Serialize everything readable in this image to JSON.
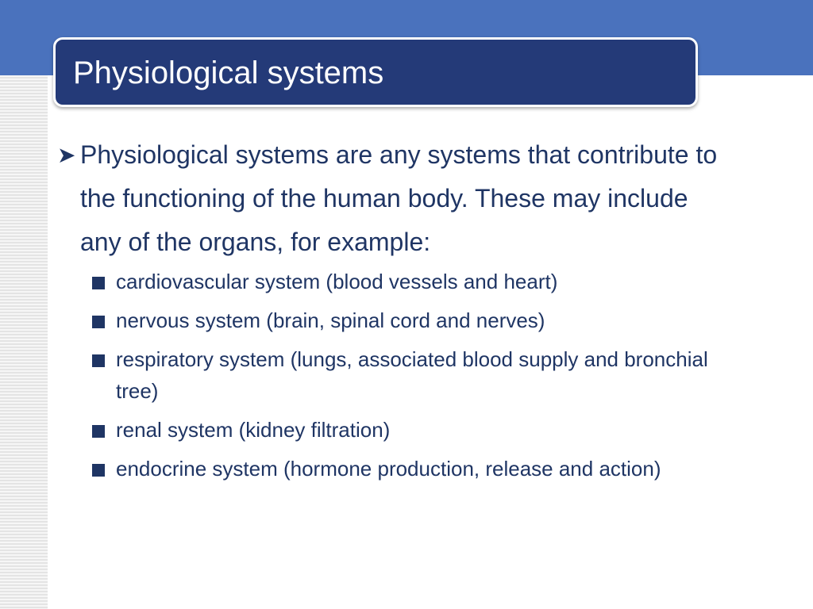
{
  "slide": {
    "title": "Physiological systems",
    "intro": "Physiological systems are any systems that contribute to the functioning of the human body. These may include any of the organs, for example:",
    "examples": [
      "cardiovascular system (blood vessels and heart)",
      "nervous system (brain, spinal cord and nerves)",
      "respiratory system (lungs, associated blood supply and bronchial tree)",
      "renal system (kidney filtration)",
      "endocrine system (hormone production, release and action)"
    ]
  },
  "icons": {
    "level1_bullet": "arrow-bullet-icon",
    "level2_bullet": "square-bullet-icon"
  },
  "colors": {
    "header_band": "#4a72bd",
    "title_box": "#243a78",
    "body_text": "#1f3564"
  }
}
